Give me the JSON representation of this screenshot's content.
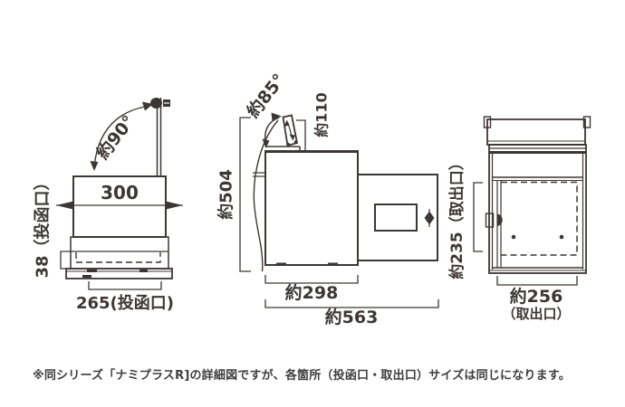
{
  "colors": {
    "line": "#3c3734",
    "note_text": "#3d3d3d",
    "background": "#ffffff"
  },
  "front_view": {
    "width_label": "300",
    "slot_height_label": "38（投函口）",
    "slot_width_label": "265(投函口)",
    "angle_label": "約90°"
  },
  "side_view": {
    "height_label": "約504",
    "angle_label": "約85°",
    "flap_length_label": "約110",
    "body_depth_label": "約298",
    "total_depth_label": "約563"
  },
  "back_view": {
    "door_height_label": "約235（取出口）",
    "door_width_label": "約256",
    "door_width_sub_label": "（取出口）"
  },
  "footnote": "※同シリーズ「ナミプラスR]の詳細図ですが、各箇所（投函口・取出口）サイズは同じになります。"
}
